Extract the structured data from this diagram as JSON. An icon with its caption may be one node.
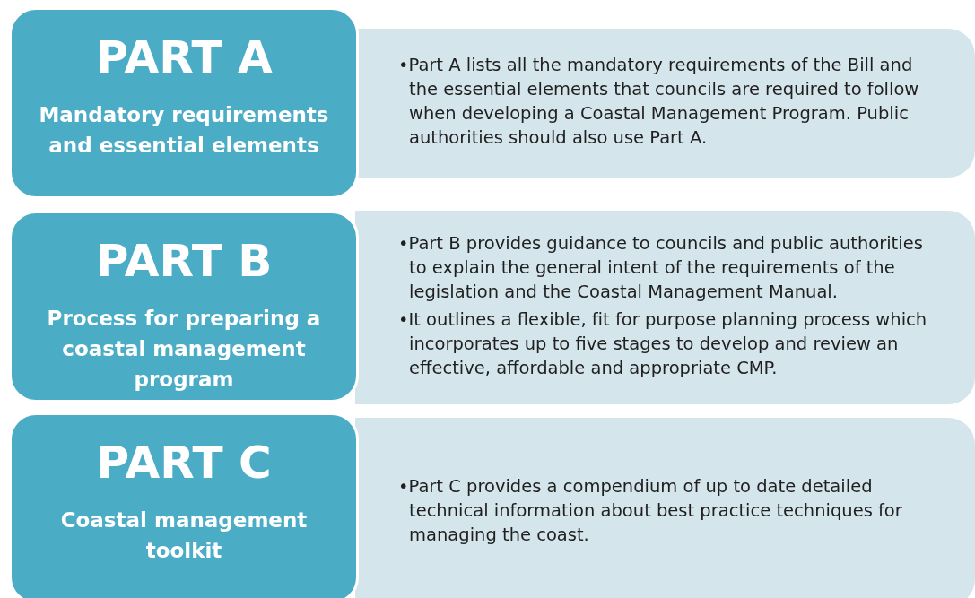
{
  "diagram": {
    "nodes": [
      {
        "text": [
          "PART A",
          "Mandatory requirements and essential elements"
        ]
      },
      {
        "text": [
          "•Part A lists all the mandatory requirements of the Bill and the essential elements that councils are required to follow when developing a Coastal Management Program. Public authorities should also use Part A."
        ]
      },
      {
        "text": [
          "PART B",
          "Process for preparing a coastal management program"
        ]
      },
      {
        "text": [
          "•Part B provides guidance to councils and public authorities to explain the general intent of the requirements of the legislation and the Coastal Management Manual.",
          "•It outlines a flexible, fit for purpose planning process which incorporates up to five stages to develop and review an effective, affordable and appropriate CMP."
        ]
      },
      {
        "text": [
          "PART C",
          "Coastal management toolkit"
        ]
      },
      {
        "text": [
          "•Part C provides a compendium of up to date detailed technical information about best practice techniques for managing the coast."
        ]
      }
    ],
    "edges": []
  }
}
